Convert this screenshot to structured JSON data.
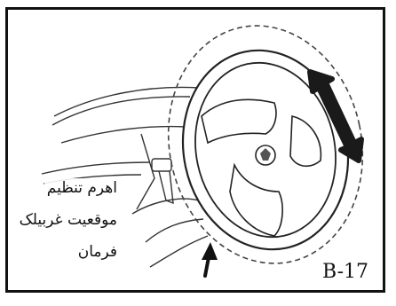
{
  "figure": {
    "label_lines": [
      "اهرم تنظیم",
      "موقعیت غربیلک",
      "فرمان"
    ],
    "figure_code": "B-17",
    "icons": [
      "steering-wheel-icon",
      "double-arrow-icon",
      "lever-arrow-icon"
    ],
    "colors": {
      "line": "#222222",
      "background": "#ffffff",
      "border": "#111111"
    }
  }
}
